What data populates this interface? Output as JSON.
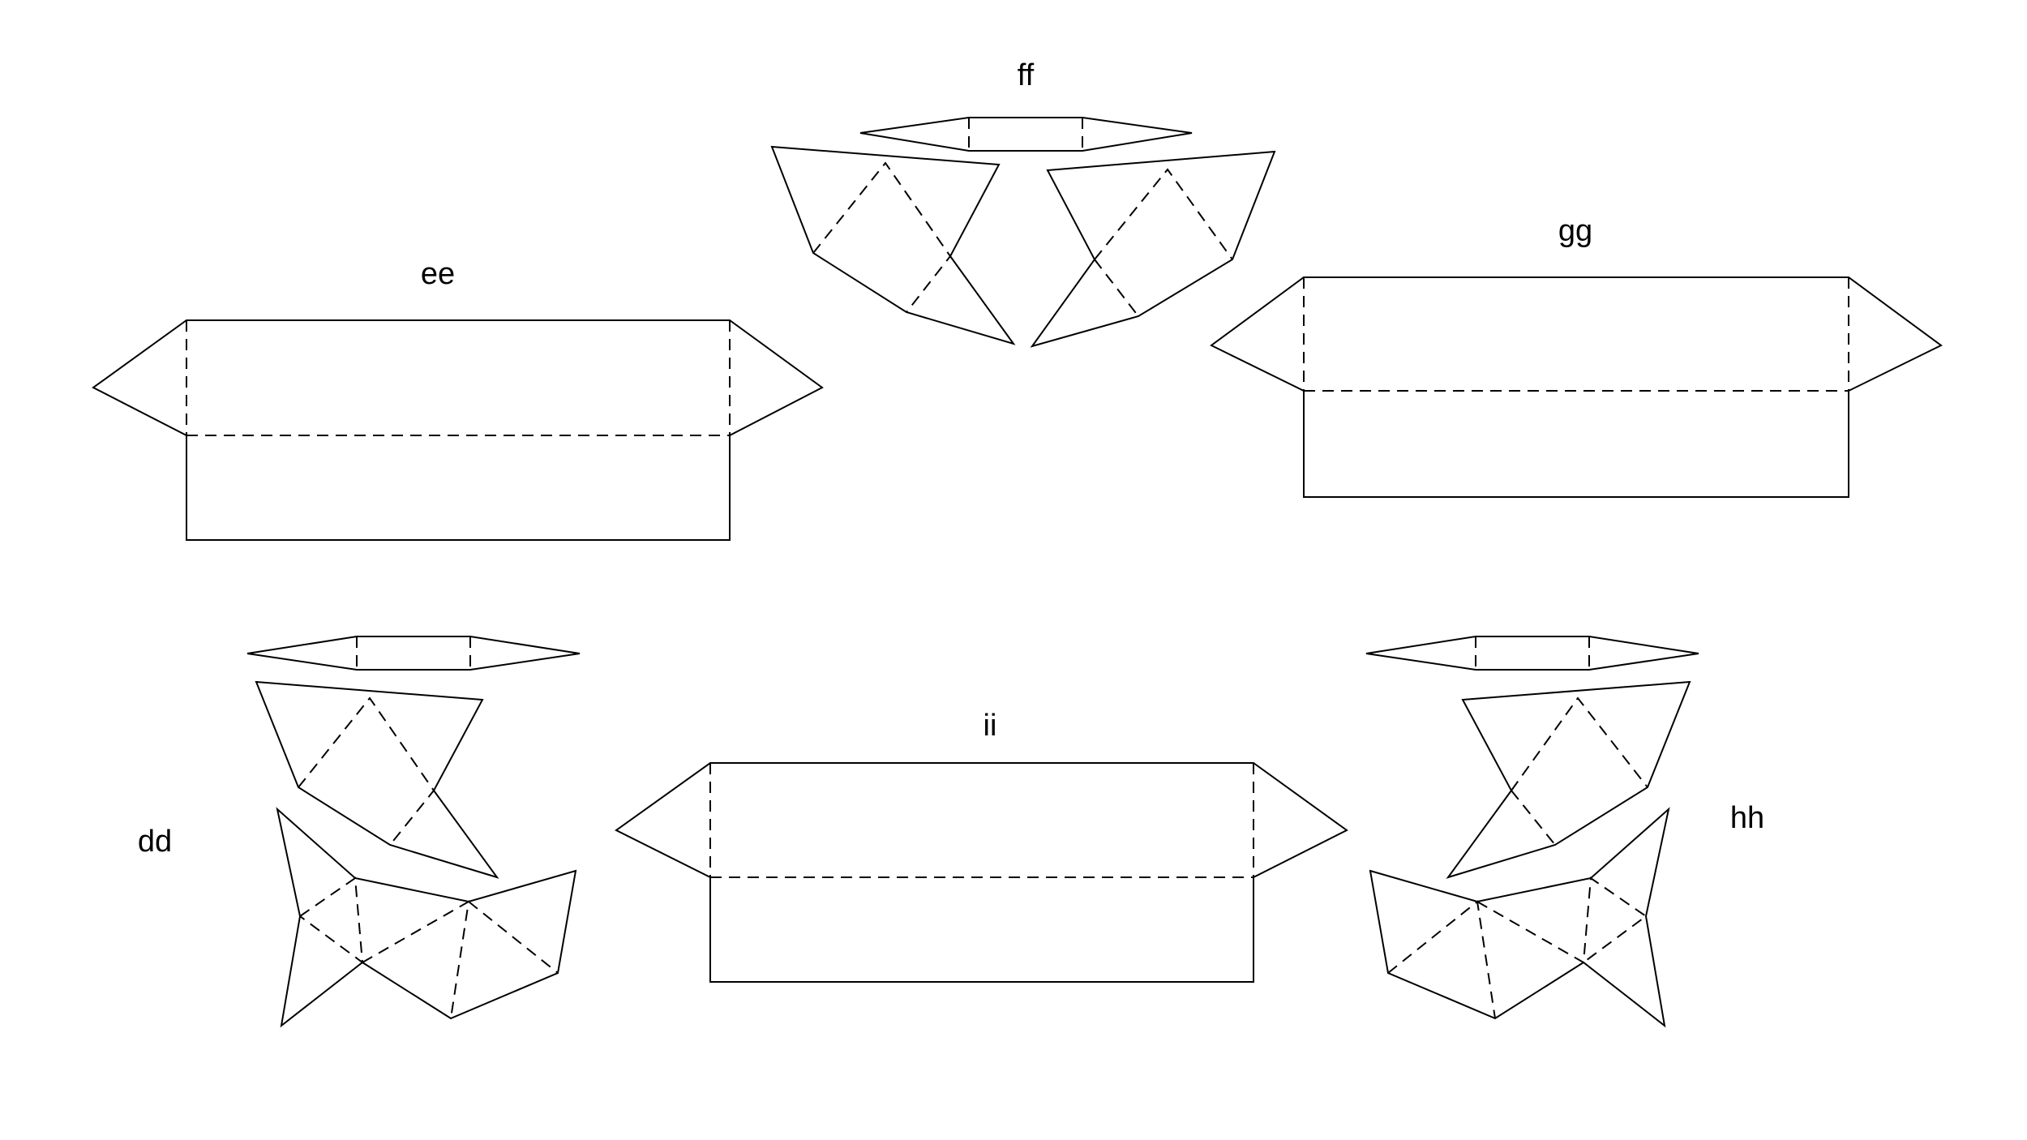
{
  "figure": {
    "labels": {
      "ee": "ee",
      "ff": "ff",
      "gg": "gg",
      "dd": "dd",
      "ii": "ii",
      "hh": "hh"
    },
    "colors": {
      "stroke": "#000000",
      "background": "#ffffff"
    }
  }
}
